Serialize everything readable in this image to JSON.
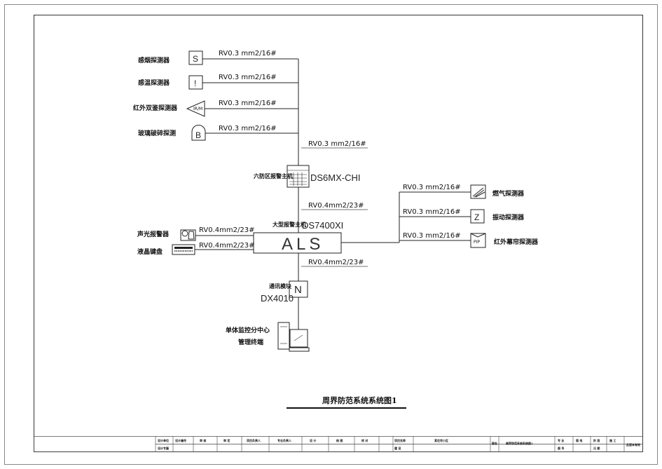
{
  "detectors_left": [
    {
      "name": "感烟探测器",
      "symbol": "S",
      "cable": "RV0.3 mm2/16#"
    },
    {
      "name": "感温探测器",
      "symbol": "!",
      "cable": "RV0.3 mm2/16#"
    },
    {
      "name": "红外双鉴探测器",
      "symbol": "IR/M",
      "cable": "RV0.3 mm2/16#"
    },
    {
      "name": "玻璃破碎探测",
      "symbol": "B",
      "cable": "RV0.3 mm2/16#"
    }
  ],
  "sub_host": {
    "label": "六防区报警主机",
    "model": "DS6MX-CHI",
    "cable_down": "RV0.3 mm2/16#"
  },
  "main_host": {
    "label": "大型报警主机",
    "model": "DS7400XI",
    "box_text": "ALS",
    "cable_up": "RV0.4mm2/23#"
  },
  "left_devices": [
    {
      "name": "声光报警器",
      "cable": "RV0.4mm2/23#"
    },
    {
      "name": "液晶键盘",
      "cable": "RV0.4mm2/23#"
    }
  ],
  "detectors_right": [
    {
      "name": "燃气探测器",
      "symbol": "",
      "cable": "RV0.3 mm2/16#"
    },
    {
      "name": "振动探测器",
      "symbol": "Z",
      "cable": "RV0.3 mm2/16#"
    },
    {
      "name": "红外幕帘探测器",
      "symbol": "PIP",
      "cable": "RV0.3 mm2/16#"
    }
  ],
  "comm_module": {
    "label": "通讯模块",
    "model": "DX4010",
    "symbol": "N",
    "cable_up": "RV0.4mm2/23#"
  },
  "terminal": {
    "line1": "单体监控分中心",
    "line2": "管理终端"
  },
  "drawing_title": "周界防范系统系统图1",
  "title_block": {
    "row1": [
      "设计单位",
      "设计编号",
      "审 核",
      "审 定",
      "项目负责人",
      "专业负责人",
      "设 计",
      "绘 图",
      "校 对",
      "项目名称",
      "某住宅小区",
      "图名",
      "周界防范系统系统图1",
      "专 业",
      "弱 电",
      "阶 段",
      "施 工",
      "此版本有效"
    ],
    "row2": [
      "设计专篇",
      "建 设",
      "图 号",
      "日 期"
    ]
  }
}
